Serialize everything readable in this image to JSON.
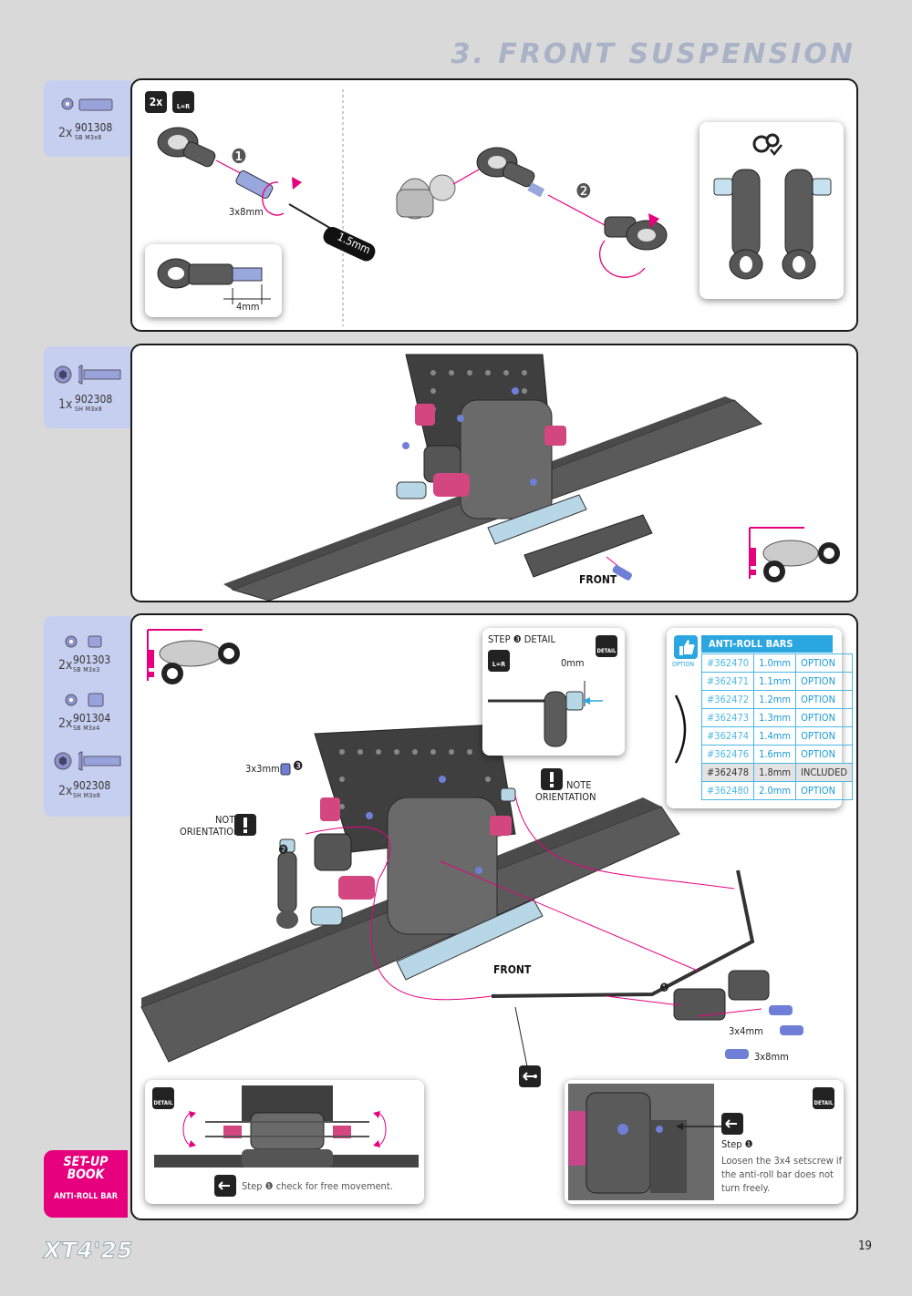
{
  "header": {
    "title": "3. FRONT SUSPENSION"
  },
  "step1": {
    "parts": [
      {
        "qty": "2x",
        "number": "901308",
        "desc": "SB M3x8"
      }
    ],
    "badge_count": "2x",
    "badge_lr": "L=R",
    "callout_1": "❶",
    "callout_2": "❷",
    "screw_size": "3x8mm",
    "tool_label": "1.5mm",
    "detail_dim": "4mm"
  },
  "step2": {
    "parts": [
      {
        "qty": "1x",
        "number": "902308",
        "desc": "SH M3x8"
      }
    ],
    "front_label": "FRONT"
  },
  "step3": {
    "parts": [
      {
        "qty": "2x",
        "number": "901303",
        "desc": "SB M3x3"
      },
      {
        "qty": "2x",
        "number": "901304",
        "desc": "SB M3x4"
      },
      {
        "qty": "2x",
        "number": "902308",
        "desc": "SH M3x8"
      }
    ],
    "step_detail": {
      "title": "STEP ❸ DETAIL",
      "lr": "L=R",
      "dim": "0mm",
      "detail_badge": "DETAIL"
    },
    "arb_table": {
      "option_label": "OPTION",
      "title": "ANTI-ROLL BARS",
      "rows": [
        {
          "code": "#362470",
          "size": "1.0mm",
          "status": "OPTION"
        },
        {
          "code": "#362471",
          "size": "1.1mm",
          "status": "OPTION"
        },
        {
          "code": "#362472",
          "size": "1.2mm",
          "status": "OPTION"
        },
        {
          "code": "#362473",
          "size": "1.3mm",
          "status": "OPTION"
        },
        {
          "code": "#362474",
          "size": "1.4mm",
          "status": "OPTION"
        },
        {
          "code": "#362476",
          "size": "1.6mm",
          "status": "OPTION"
        },
        {
          "code": "#362478",
          "size": "1.8mm",
          "status": "INCLUDED"
        },
        {
          "code": "#362480",
          "size": "2.0mm",
          "status": "OPTION"
        }
      ]
    },
    "setscrew_label": "3x3mm",
    "callout_3": "❸",
    "callout_2": "❷",
    "callout_1": "❶",
    "note_left": {
      "line1": "NOTE",
      "line2": "ORIENTATION"
    },
    "note_right": {
      "line1": "NOTE",
      "line2": "ORIENTATION"
    },
    "front_label": "FRONT",
    "screw_a": "3x4mm",
    "screw_b": "3x8mm",
    "detail_left": {
      "badge": "DETAIL",
      "step_text": "Step ❶ check for free movement."
    },
    "detail_right": {
      "badge": "DETAIL",
      "step_title": "Step ❶",
      "lines": [
        "Loosen the 3x4 setscrew if",
        "the anti-roll bar does not",
        "turn freely."
      ]
    }
  },
  "setup_book": {
    "line1": "SET-UP",
    "line2": "BOOK",
    "sub": "ANTI-ROLL BAR"
  },
  "footer": {
    "logo": "XT4'25",
    "page": "19"
  },
  "colors": {
    "accent_pink": "#e6007e",
    "option_blue": "#2aa6e1",
    "parts_bg": "#c7cff1",
    "header_grey": "#a9b2c6"
  }
}
